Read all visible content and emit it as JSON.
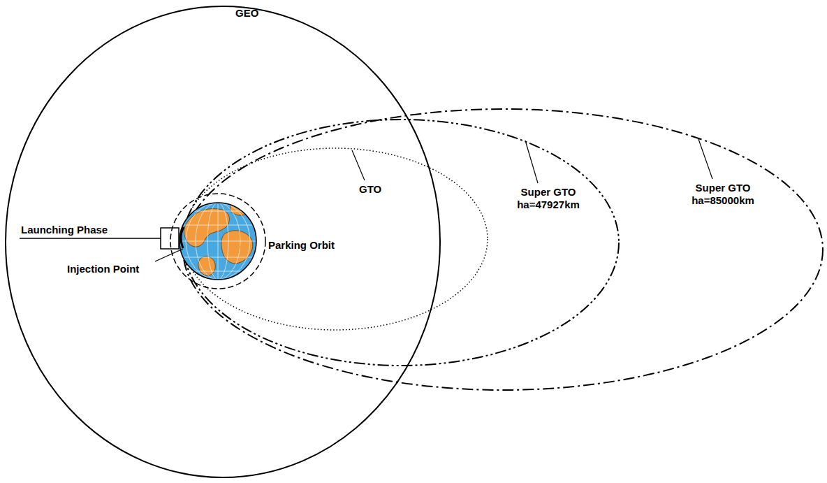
{
  "diagram": {
    "labels": [
      "GEO",
      "GTO",
      "Super GTO ha=47927km",
      "Super GTO ha=85000km",
      "Launching Phase",
      "Parking Orbit",
      "Injection Point"
    ]
  }
}
